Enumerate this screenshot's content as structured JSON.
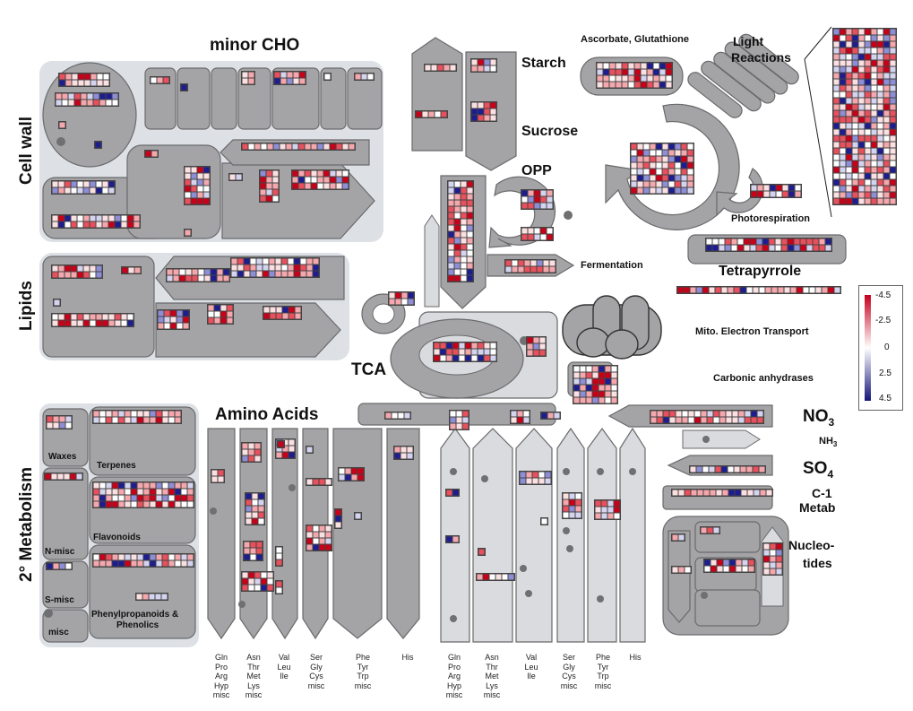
{
  "labels": {
    "minor_cho": "minor CHO",
    "cell_wall": "Cell wall",
    "lipids": "Lipids",
    "secondary_metabolism": "2° Metabolism",
    "starch": "Starch",
    "sucrose": "Sucrose",
    "opp": "OPP",
    "ascorbate": "Ascorbate, Glutathione",
    "light_reactions_1": "Light",
    "light_reactions_2": "Reactions",
    "photorespiration": "Photorespiration",
    "fermentation": "Fermentation",
    "tetrapyrrole": "Tetrapyrrole",
    "mito": "Mito. Electron Transport",
    "carbonic": "Carbonic anhydrases",
    "tca": "TCA",
    "amino_acids": "Amino Acids",
    "no3": "NO",
    "no3_sub": "3",
    "nh3": "NH",
    "nh3_sub": "3",
    "so4": "SO",
    "so4_sub": "4",
    "c1_a": "C-1",
    "c1_b": "Metab",
    "nucleo_a": "Nucleo-",
    "nucleo_b": "tides",
    "waxes": "Waxes",
    "terpenes": "Terpenes",
    "flavonoids": "Flavonoids",
    "n_misc": "N-misc",
    "s_misc": "S-misc",
    "misc": "misc",
    "phenyl_a": "Phenylpropanoids &",
    "phenyl_b": "Phenolics"
  },
  "amino_groups": [
    [
      "Gln",
      "Pro",
      "Arg",
      "Hyp",
      "misc"
    ],
    [
      "Asn",
      "Thr",
      "Met",
      "Lys",
      "misc"
    ],
    [
      "Val",
      "Leu",
      "Ile"
    ],
    [
      "Ser",
      "Gly",
      "Cys",
      "misc"
    ],
    [
      "Phe",
      "Tyr",
      "Trp",
      "misc"
    ],
    [
      "His"
    ],
    [
      "Gln",
      "Pro",
      "Arg",
      "Hyp",
      "misc"
    ],
    [
      "Asn",
      "Thr",
      "Met",
      "Lys",
      "misc"
    ],
    [
      "Val",
      "Leu",
      "Ile"
    ],
    [
      "Ser",
      "Gly",
      "Cys",
      "misc"
    ],
    [
      "Phe",
      "Tyr",
      "Trp",
      "misc"
    ],
    [
      "His"
    ]
  ],
  "legend": {
    "ticks": [
      "-4.5",
      "-2.5",
      "0",
      "2.5",
      "4.5"
    ],
    "colors": {
      "high": "#c4001c",
      "mid": "#ffffff",
      "low": "#15157a"
    }
  },
  "colors": {
    "pathway_fill": "#a4a4a6",
    "pathway_stroke": "#6a6a6c",
    "panel_fill": "#dde1e6",
    "light_fill": "#d9dbde"
  }
}
